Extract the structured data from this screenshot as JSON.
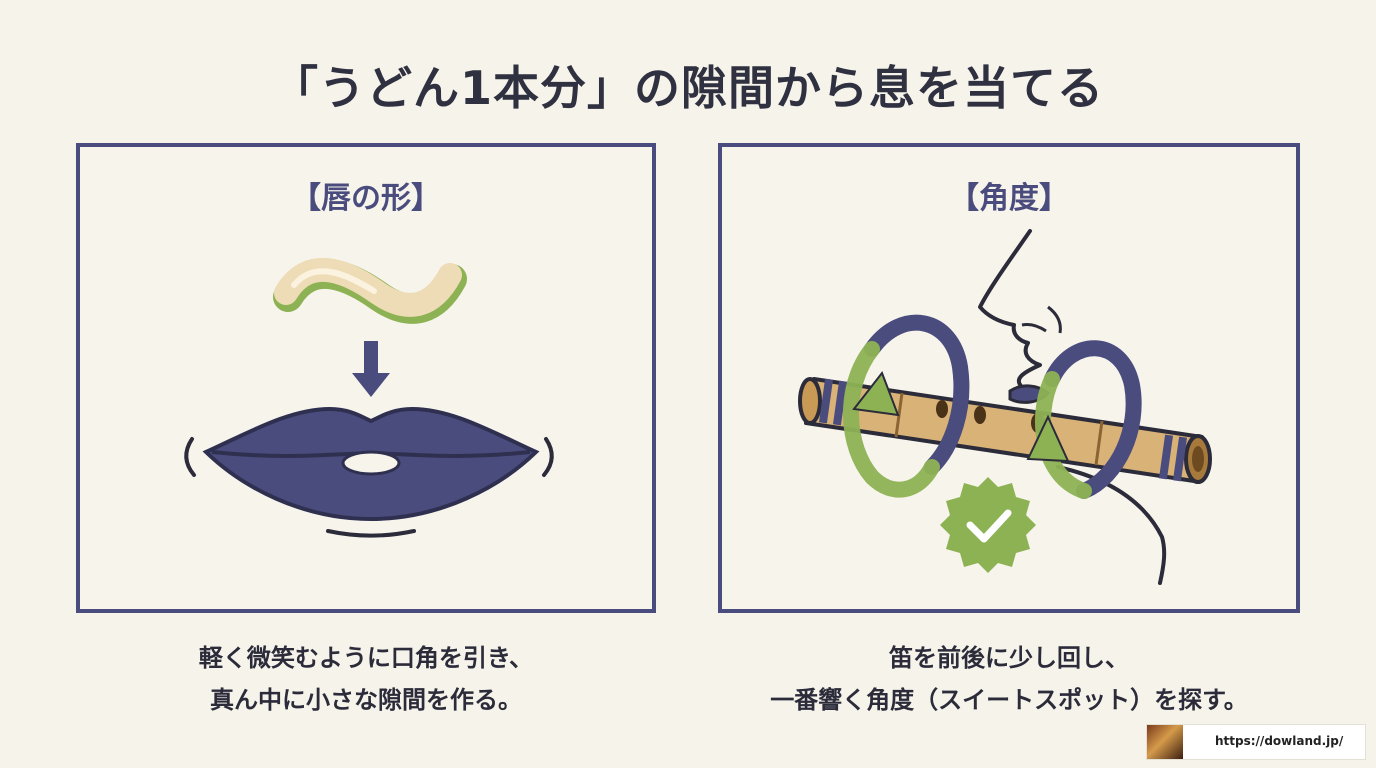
{
  "title": "「うどん1本分」の隙間から息を当てる",
  "left_panel": {
    "heading": "【唇の形】",
    "caption_lines": [
      "軽く微笑むように口角を引き、",
      "真ん中に小さな隙間を作る。"
    ]
  },
  "right_panel": {
    "heading": "【角度】",
    "caption_lines": [
      "笛を前後に少し回し、",
      "一番響く角度（スイートスポット）を探す。"
    ]
  },
  "footer": {
    "url": "https://dowland.jp/"
  },
  "colors": {
    "navy": "#4b4c7e",
    "green": "#8db254",
    "bamboo": "#d9b277",
    "background": "#f6f3ea"
  },
  "icons": [
    "udon-noodle-icon",
    "down-arrow-icon",
    "lips-icon",
    "face-profile-icon",
    "flute-icon",
    "rotation-arrow-icon",
    "check-badge-icon"
  ]
}
